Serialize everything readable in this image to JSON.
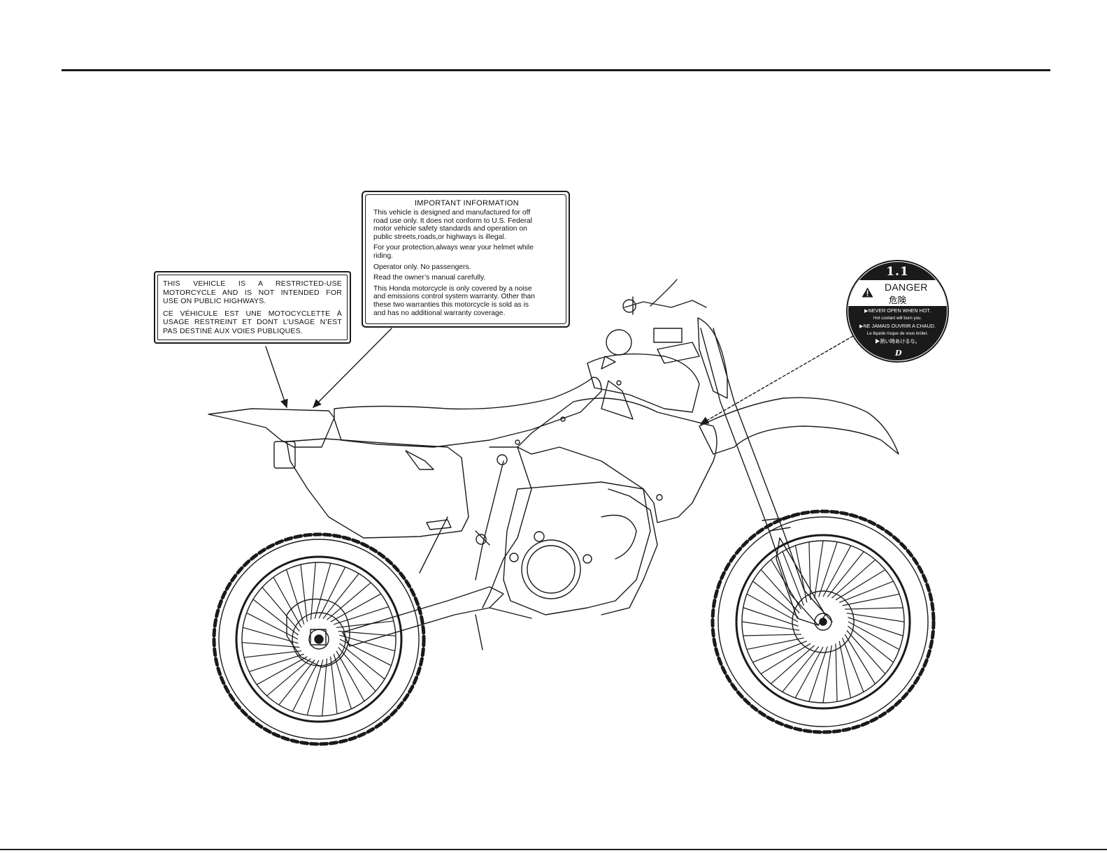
{
  "restricted_label": {
    "lines_en": [
      "THIS VEHICLE IS A RESTRICTED-USE",
      "MOTORCYCLE AND IS NOT INTENDED FOR",
      "USE ON PUBLIC HIGHWAYS."
    ],
    "lines_fr": [
      "CE VÉHICULE EST UNE MOTOCYCLETTE À",
      "USAGE RESTREINT ET DONT L’USAGE N’EST",
      "PAS DESTINÉ AUX VOIES PUBLIQUES."
    ]
  },
  "important_label": {
    "title": "IMPORTANT  INFORMATION",
    "p1": [
      "This vehicle is designed and manufactured for off",
      "road use only. It does not conform to U.S. Federal",
      "motor vehicle safety standards and operation on",
      "public streets,roads,or highways is illegal."
    ],
    "p2": [
      "For your protection,always wear your helmet while",
      "riding."
    ],
    "p3": "Operator only. No passengers.",
    "p4": "Read the owner’s manual carefully.",
    "p5": [
      "This Honda motorcycle is only covered by a noise",
      "and emissions  control system warranty. Other than",
      "these two warranties this motorcycle is sold as is",
      "and has no additional warranty coverage."
    ]
  },
  "danger_label": {
    "number": "1.1",
    "word": "DANGER",
    "kanji": "危険",
    "line1": "▶NEVER OPEN WHEN HOT.",
    "line1_sub": "Hot coolant will burn you.",
    "line2": "▶NE JAMAIS OUVRIR A CHAUD.",
    "line2_sub": "Le liquide risque de vous brûler.",
    "line3": "▶熱い時あけるな。",
    "logo": "D"
  },
  "colors": {
    "ink": "#1a1a1a",
    "paper": "#ffffff"
  }
}
